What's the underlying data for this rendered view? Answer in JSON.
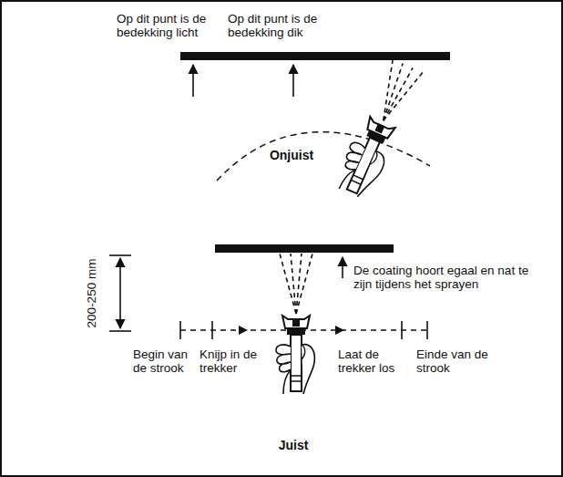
{
  "diagram": {
    "labels": [
      "Op dit punt is de bedekking licht",
      "Op dit punt is de bedekking dik",
      "Onjuist",
      "De coating hoort egaal en nat te zijn tijdens het sprayen",
      "200-250 mm",
      "Begin van de strook",
      "Knijp in de trekker",
      "Laat de trekker los",
      "Einde van de strook",
      "Juist"
    ]
  }
}
